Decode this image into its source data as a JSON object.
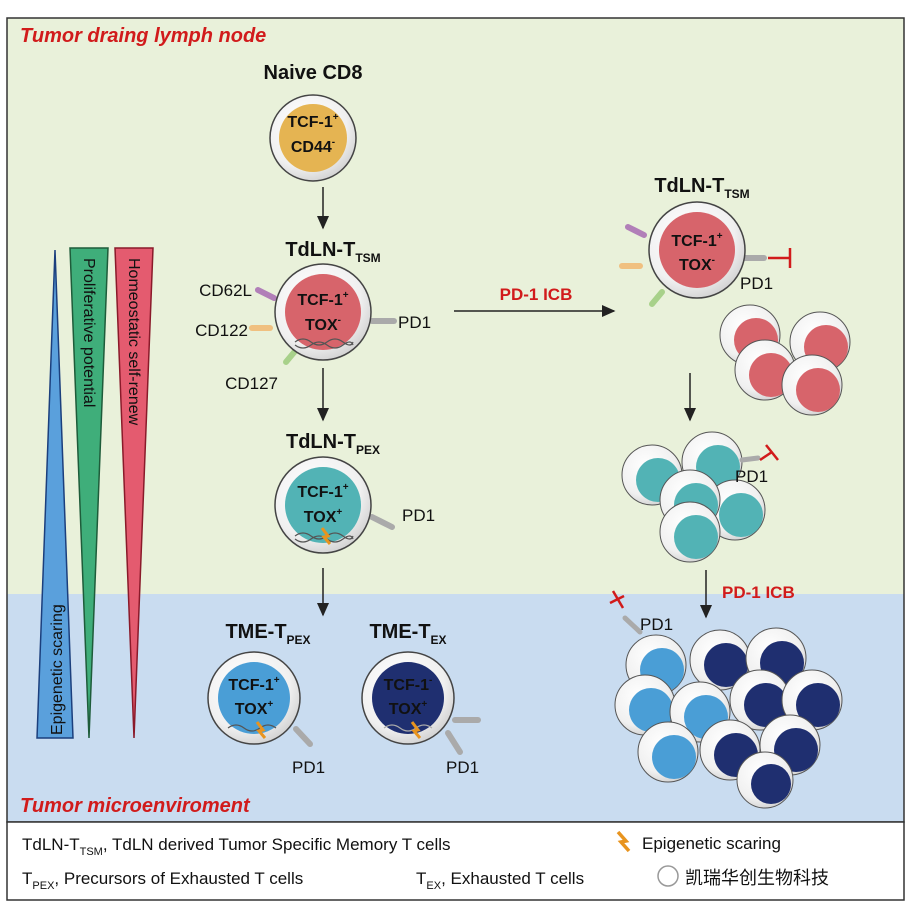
{
  "regions": {
    "lymph_node": "Tumor draing lymph node",
    "microenv": "Tumor microenviroment"
  },
  "gradients": {
    "self_renew": "Homeostatic self-renew",
    "proliferative": "Proliferative potential",
    "scaring": "Epigenetic scaring"
  },
  "cells": {
    "naive": {
      "title": "Naive CD8",
      "m1": "TCF-1",
      "m1s": "+",
      "m2": "CD44",
      "m2s": "-"
    },
    "tsm": {
      "title": "TdLN-T",
      "sub": "TSM",
      "m1": "TCF-1",
      "m1s": "+",
      "m2": "TOX",
      "m2s": "-",
      "receptors": [
        "CD62L",
        "CD122",
        "CD127",
        "PD1"
      ]
    },
    "tpex": {
      "title": "TdLN-T",
      "sub": "PEX",
      "m1": "TCF-1",
      "m1s": "+",
      "m2": "TOX",
      "m2s": "+",
      "pd1": "PD1"
    },
    "tme_tpex": {
      "title": "TME-T",
      "sub": "PEX",
      "m1": "TCF-1",
      "m1s": "+",
      "m2": "TOX",
      "m2s": "+",
      "pd1": "PD1"
    },
    "tme_tex": {
      "title": "TME-T",
      "sub": "EX",
      "m1": "TCF-1",
      "m1s": "-",
      "m2": "TOX",
      "m2s": "+",
      "pd1": "PD1"
    },
    "right_tsm": {
      "title": "TdLN-T",
      "sub": "TSM",
      "m1": "TCF-1",
      "m1s": "+",
      "m2": "TOX",
      "m2s": "-",
      "pd1": "PD1"
    }
  },
  "arrows": {
    "icb_top": "PD-1 ICB",
    "icb_right": "PD-1 ICB",
    "pd1_cluster_teal": "PD1",
    "pd1_cluster_blue": "PD1"
  },
  "legend": {
    "l1_a": "TdLN-T",
    "l1_sub": "TSM",
    "l1_b": ", TdLN derived Tumor Specific Memory T cells",
    "l2_a": "T",
    "l2_sub": "PEX",
    "l2_b": ", Precursors of Exhausted T cells",
    "l3": "Epigenetic scaring",
    "l4_a": "T",
    "l4_sub": "EX",
    "l4_b": ", Exhausted T cells"
  },
  "watermark": "凯瑞华创生物科技",
  "colors": {
    "lymph_bg": "#e9f1da",
    "tme_bg": "#c9dcf0",
    "naive": "#e5b452",
    "tsm": "#d7646b",
    "tpex": "#52b3b5",
    "tme_tpex": "#4a9ed6",
    "tex": "#1f2f70",
    "accent_red": "#d11b1b"
  }
}
